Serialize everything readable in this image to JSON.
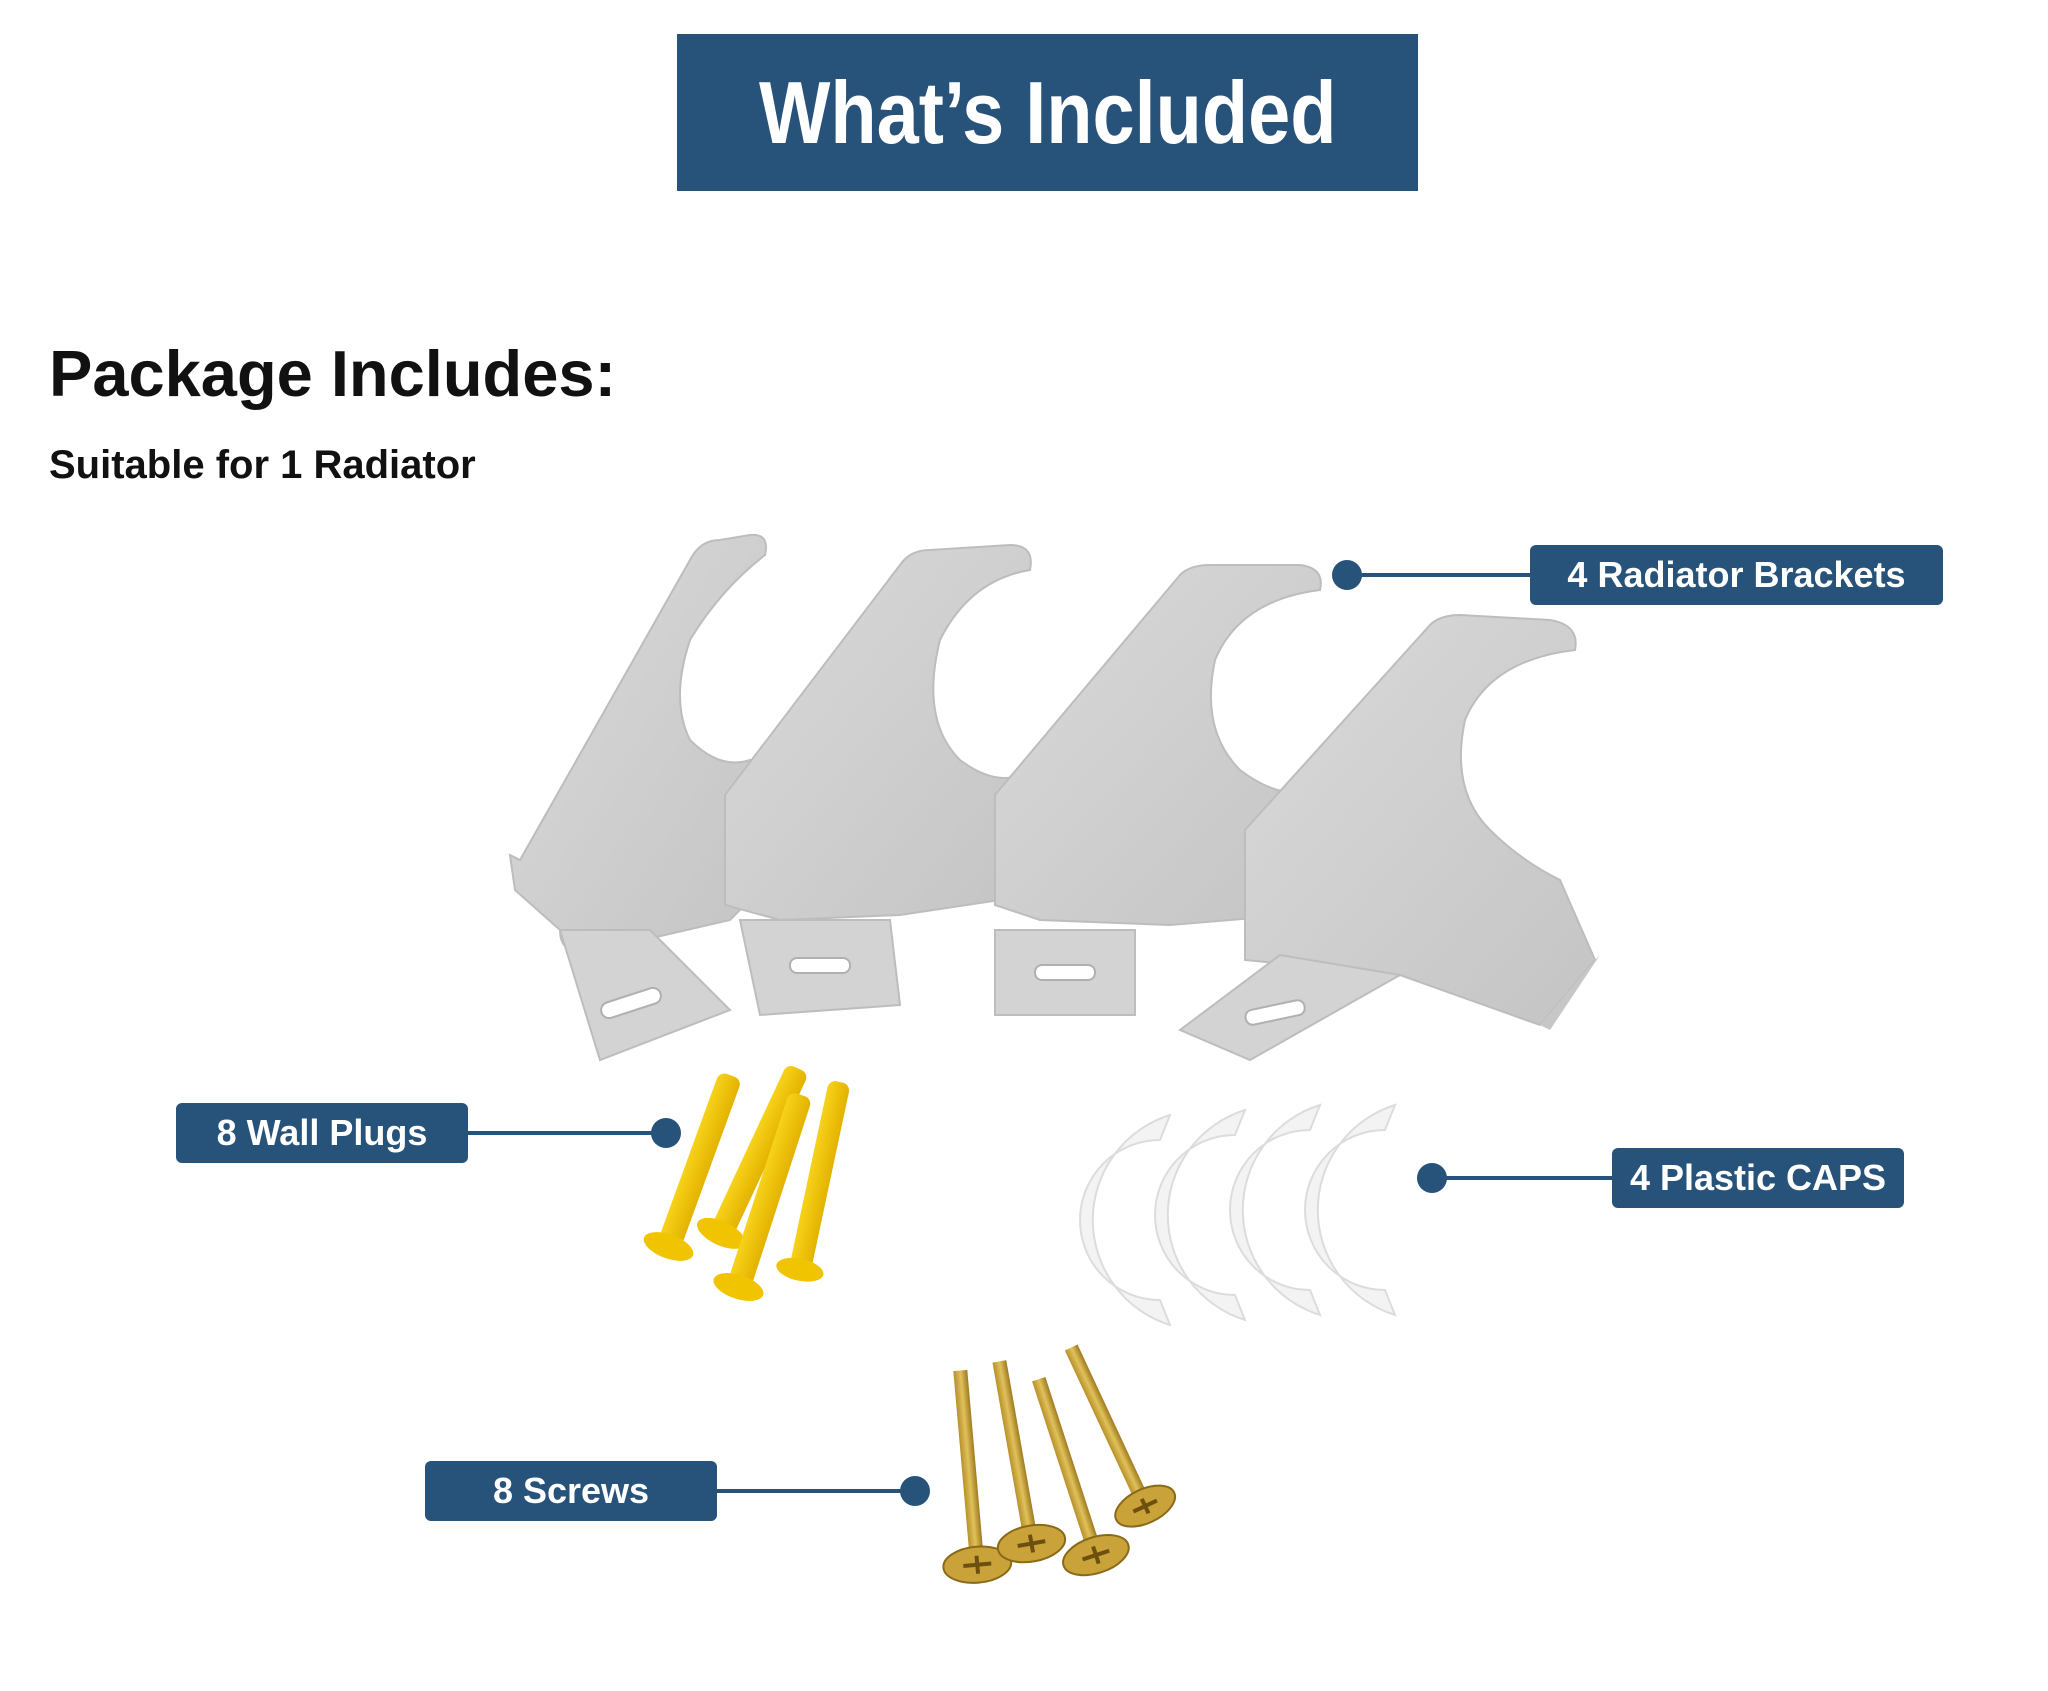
{
  "banner": {
    "title": "What’s Included"
  },
  "intro": {
    "heading": "Package Includes:",
    "subheading": "Suitable for 1 Radiator"
  },
  "items": {
    "brackets": "4 Radiator Brackets",
    "wall_plugs": "8 Wall Plugs",
    "caps": "4 Plastic CAPS",
    "screws": "8 Screws"
  },
  "colors": {
    "brand_blue": "#27537a",
    "bracket_grey": "#cfcfcf",
    "plug_yellow": "#f5c400",
    "screw_gold": "#c9a23a",
    "cap_white": "#f2f2f2"
  }
}
